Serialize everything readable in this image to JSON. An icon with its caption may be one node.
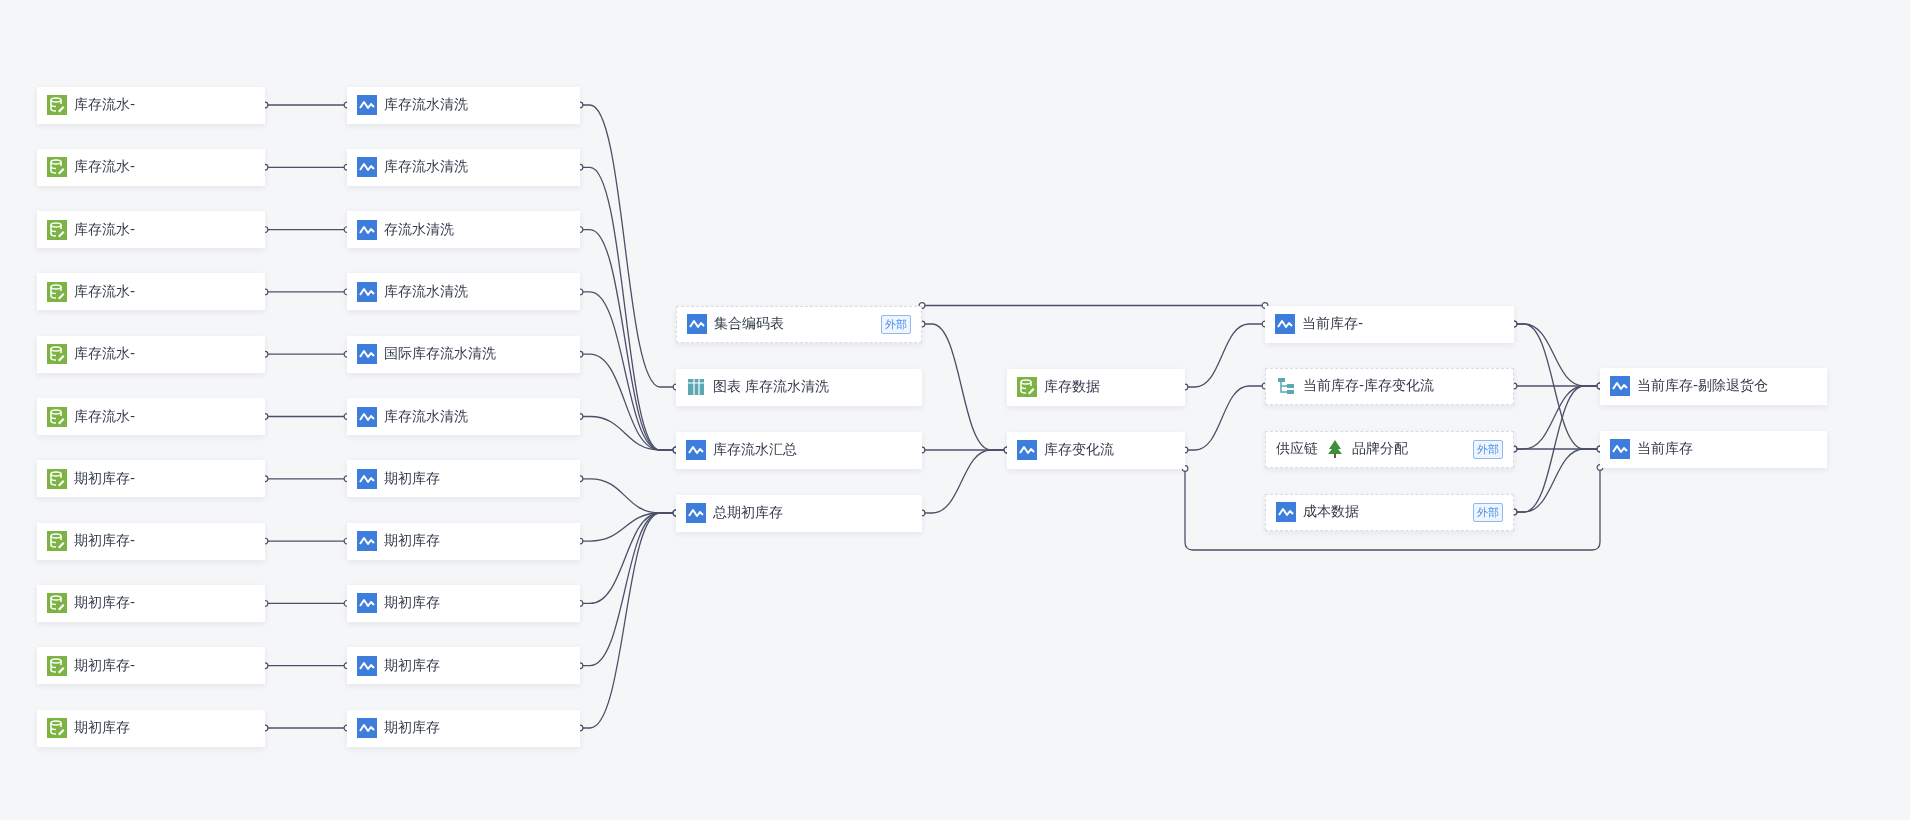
{
  "diagram": {
    "nodes": [
      {
        "text": [
          "库存流水-"
        ]
      },
      {
        "text": [
          "库存流水-"
        ]
      },
      {
        "text": [
          "库存流水-"
        ]
      },
      {
        "text": [
          "库存流水-"
        ]
      },
      {
        "text": [
          "库存流水-"
        ]
      },
      {
        "text": [
          "库存流水-"
        ]
      },
      {
        "text": [
          "期初库存-"
        ]
      },
      {
        "text": [
          "期初库存-"
        ]
      },
      {
        "text": [
          "期初库存-"
        ]
      },
      {
        "text": [
          "期初库存-"
        ]
      },
      {
        "text": [
          "期初库存"
        ]
      },
      {
        "text": [
          "库存流水清洗"
        ]
      },
      {
        "text": [
          "库存流水清洗"
        ]
      },
      {
        "text": [
          "存流水清洗"
        ]
      },
      {
        "text": [
          "库存流水清洗"
        ]
      },
      {
        "text": [
          "国际库存流水清洗"
        ]
      },
      {
        "text": [
          "库存流水清洗"
        ]
      },
      {
        "text": [
          "期初库存"
        ]
      },
      {
        "text": [
          "期初库存"
        ]
      },
      {
        "text": [
          "期初库存"
        ]
      },
      {
        "text": [
          "期初库存"
        ]
      },
      {
        "text": [
          "期初库存"
        ]
      },
      {
        "text": [
          "集合编码表",
          "外部"
        ]
      },
      {
        "text": [
          "图表 库存流水清洗"
        ]
      },
      {
        "text": [
          "库存流水汇总"
        ]
      },
      {
        "text": [
          "总期初库存"
        ]
      },
      {
        "text": [
          "库存数据"
        ]
      },
      {
        "text": [
          "库存变化流"
        ]
      },
      {
        "text": [
          "当前库存-"
        ]
      },
      {
        "text": [
          "当前库存-库存变化流"
        ]
      },
      {
        "text": [
          "供应链",
          "品牌分配",
          "外部"
        ]
      },
      {
        "text": [
          "成本数据",
          "外部"
        ]
      },
      {
        "text": [
          "当前库存-剔除退货仓"
        ]
      },
      {
        "text": [
          "当前库存"
        ]
      }
    ],
    "edges": [
      {
        "from": 0,
        "to": 11,
        "arrow": "other"
      },
      {
        "from": 1,
        "to": 12,
        "arrow": "other"
      },
      {
        "from": 2,
        "to": 13,
        "arrow": "other"
      },
      {
        "from": 3,
        "to": 14,
        "arrow": "other"
      },
      {
        "from": 4,
        "to": 15,
        "arrow": "other"
      },
      {
        "from": 5,
        "to": 16,
        "arrow": "other"
      },
      {
        "from": 6,
        "to": 17,
        "arrow": "other"
      },
      {
        "from": 7,
        "to": 18,
        "arrow": "other"
      },
      {
        "from": 8,
        "to": 19,
        "arrow": "other"
      },
      {
        "from": 9,
        "to": 20,
        "arrow": "other"
      },
      {
        "from": 10,
        "to": 21,
        "arrow": "other"
      },
      {
        "from": 11,
        "to": 23,
        "arrow": "other"
      },
      {
        "from": 12,
        "to": 24,
        "arrow": "other"
      },
      {
        "from": 13,
        "to": 24,
        "arrow": "other"
      },
      {
        "from": 14,
        "to": 24,
        "arrow": "other"
      },
      {
        "from": 15,
        "to": 24,
        "arrow": "other"
      },
      {
        "from": 16,
        "to": 24,
        "arrow": "other"
      },
      {
        "from": 17,
        "to": 25,
        "arrow": "other"
      },
      {
        "from": 18,
        "to": 25,
        "arrow": "other"
      },
      {
        "from": 19,
        "to": 25,
        "arrow": "other"
      },
      {
        "from": 20,
        "to": 25,
        "arrow": "other"
      },
      {
        "from": 21,
        "to": 25,
        "arrow": "other"
      },
      {
        "from": 22,
        "to": 27,
        "arrow": "other"
      },
      {
        "from": 24,
        "to": 27,
        "arrow": "other"
      },
      {
        "from": 25,
        "to": 27,
        "arrow": "other"
      },
      {
        "from": 22,
        "to": 28,
        "arrow": "other"
      },
      {
        "from": 26,
        "to": 28,
        "arrow": "other"
      },
      {
        "from": 27,
        "to": 29,
        "arrow": "other"
      },
      {
        "from": 27,
        "to": 33,
        "arrow": "other"
      },
      {
        "from": 28,
        "to": 32,
        "arrow": "other"
      },
      {
        "from": 28,
        "to": 33,
        "arrow": "other"
      },
      {
        "from": 29,
        "to": 32,
        "arrow": "other"
      },
      {
        "from": 30,
        "to": 32,
        "arrow": "other"
      },
      {
        "from": 30,
        "to": 33,
        "arrow": "other"
      },
      {
        "from": 31,
        "to": 32,
        "arrow": "other"
      },
      {
        "from": 31,
        "to": 33,
        "arrow": "other"
      }
    ]
  }
}
